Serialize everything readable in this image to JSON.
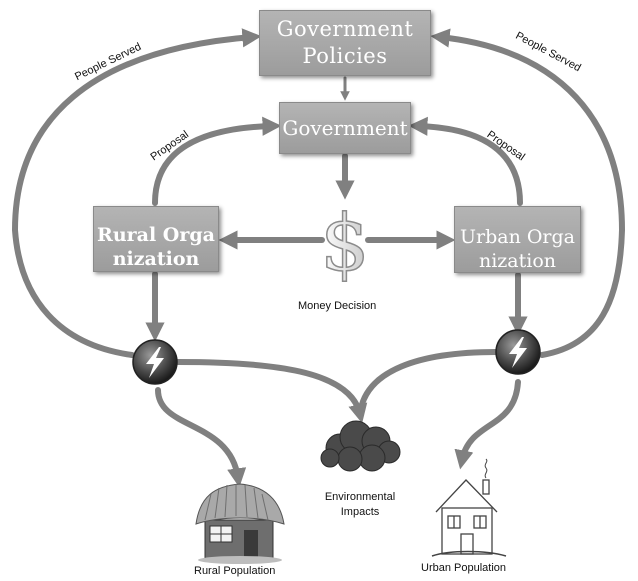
{
  "nodes": {
    "policies": "Government Policies",
    "government": "Government",
    "rural_org": "Rural Organization",
    "urban_org": "Urban Organization"
  },
  "labels": {
    "people_served_left": "People Served",
    "people_served_right": "People Served",
    "proposal_left": "Proposal",
    "proposal_right": "Proposal",
    "money_decision": "Money Decision",
    "environmental_impacts": "Environmental Impacts",
    "rural_population": "Rural Population",
    "urban_population": "Urban Population"
  },
  "icons": {
    "money": "dollar-sign-icon",
    "hub": "lightning-bolt-icon",
    "impacts": "cloud-icon",
    "rural_home": "thatched-hut-icon",
    "urban_home": "house-icon"
  },
  "colors": {
    "arrow": "#808080",
    "box": "#a8a8a8",
    "box_text": "#ffffff"
  }
}
